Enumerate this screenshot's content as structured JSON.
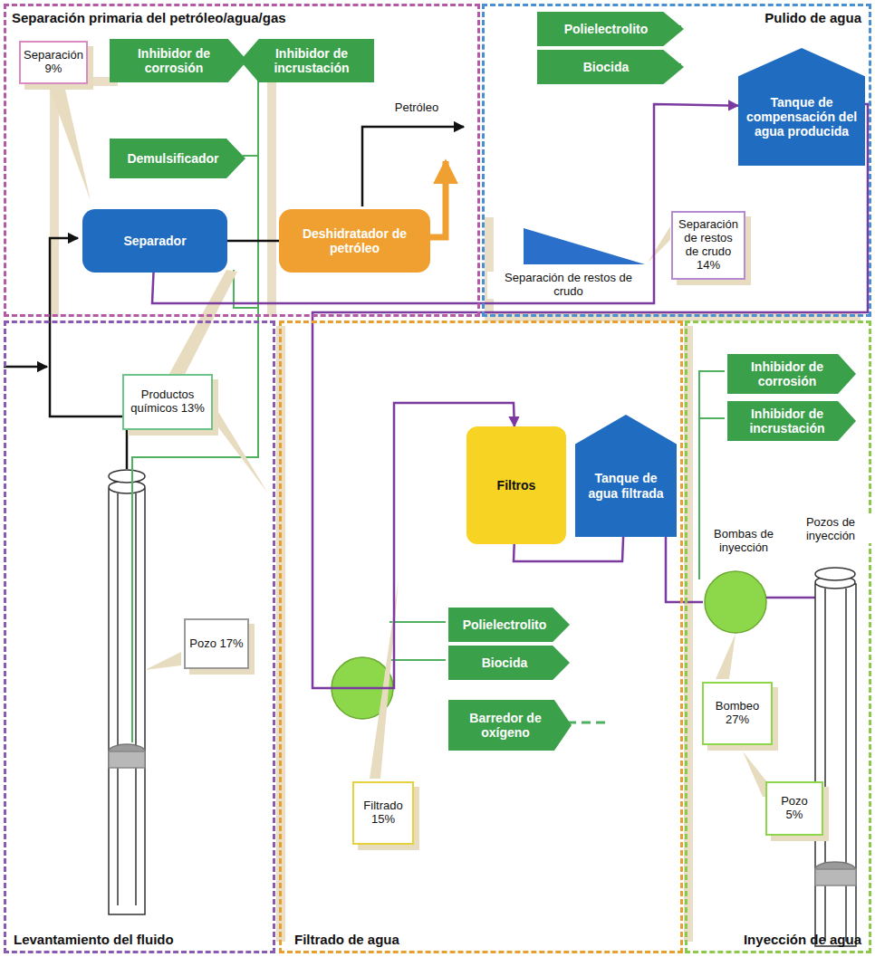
{
  "diagram": {
    "nodes": [
      {
        "text": [
          "Separación primaria del petróleo/agua/gas"
        ]
      },
      {
        "text": [
          "Separación 9%"
        ],
        "in": 0
      },
      {
        "text": [
          "Inhibidor de corrosión"
        ],
        "in": 0
      },
      {
        "text": [
          "Inhibidor de incrustación"
        ],
        "in": 0
      },
      {
        "text": [
          "Demulsificador"
        ],
        "in": 0
      },
      {
        "text": [
          "Separador"
        ],
        "in": 0
      },
      {
        "text": [
          "Deshidratador de petróleo"
        ],
        "in": 0
      },
      {
        "text": [
          "Pulido de agua"
        ]
      },
      {
        "text": [
          "Polielectrolito"
        ],
        "in": 7
      },
      {
        "text": [
          "Biocida"
        ],
        "in": 7
      },
      {
        "text": [
          "Tanque de compensación del agua producida"
        ],
        "in": 7
      },
      {
        "text": [
          "Separación de restos de crudo 14%"
        ],
        "in": 7
      },
      {
        "text": [
          "Levantamiento del fluido"
        ]
      },
      {
        "text": [
          "Productos químicos 13%"
        ],
        "in": 12
      },
      {
        "text": [
          "Pozo 17%"
        ],
        "in": 12
      },
      {
        "text": [
          "Filtrado de agua"
        ]
      },
      {
        "text": [
          "Filtros"
        ],
        "in": 15
      },
      {
        "text": [
          "Tanque de agua filtrada"
        ],
        "in": 15
      },
      {
        "text": [
          "Polielectrolito"
        ],
        "in": 15
      },
      {
        "text": [
          "Biocida"
        ],
        "in": 15
      },
      {
        "text": [
          "Barredor de oxígeno"
        ],
        "in": 15
      },
      {
        "text": [
          "Filtrado 15%"
        ],
        "in": 15
      },
      {
        "text": [
          "Inyección de agua"
        ]
      },
      {
        "text": [
          "Inhibidor de corrosión"
        ],
        "in": 22
      },
      {
        "text": [
          "Inhibidor de incrustación"
        ],
        "in": 22
      },
      {
        "text": [
          "Bombeo 27%"
        ],
        "in": 22
      },
      {
        "text": [
          "Pozo 5%"
        ],
        "in": 22
      }
    ],
    "edges": [
      {
        "from": 5,
        "to": 6,
        "arrow": "none"
      },
      {
        "from": 5,
        "to": 10,
        "arrow": "to"
      },
      {
        "from": 10,
        "to": 16,
        "arrow": "to"
      },
      {
        "from": 16,
        "to": 17,
        "arrow": "none"
      }
    ],
    "labels": [
      "Petróleo",
      "Separación de restos de crudo",
      "Bombas de inyección",
      "Pozos de inyección"
    ]
  }
}
